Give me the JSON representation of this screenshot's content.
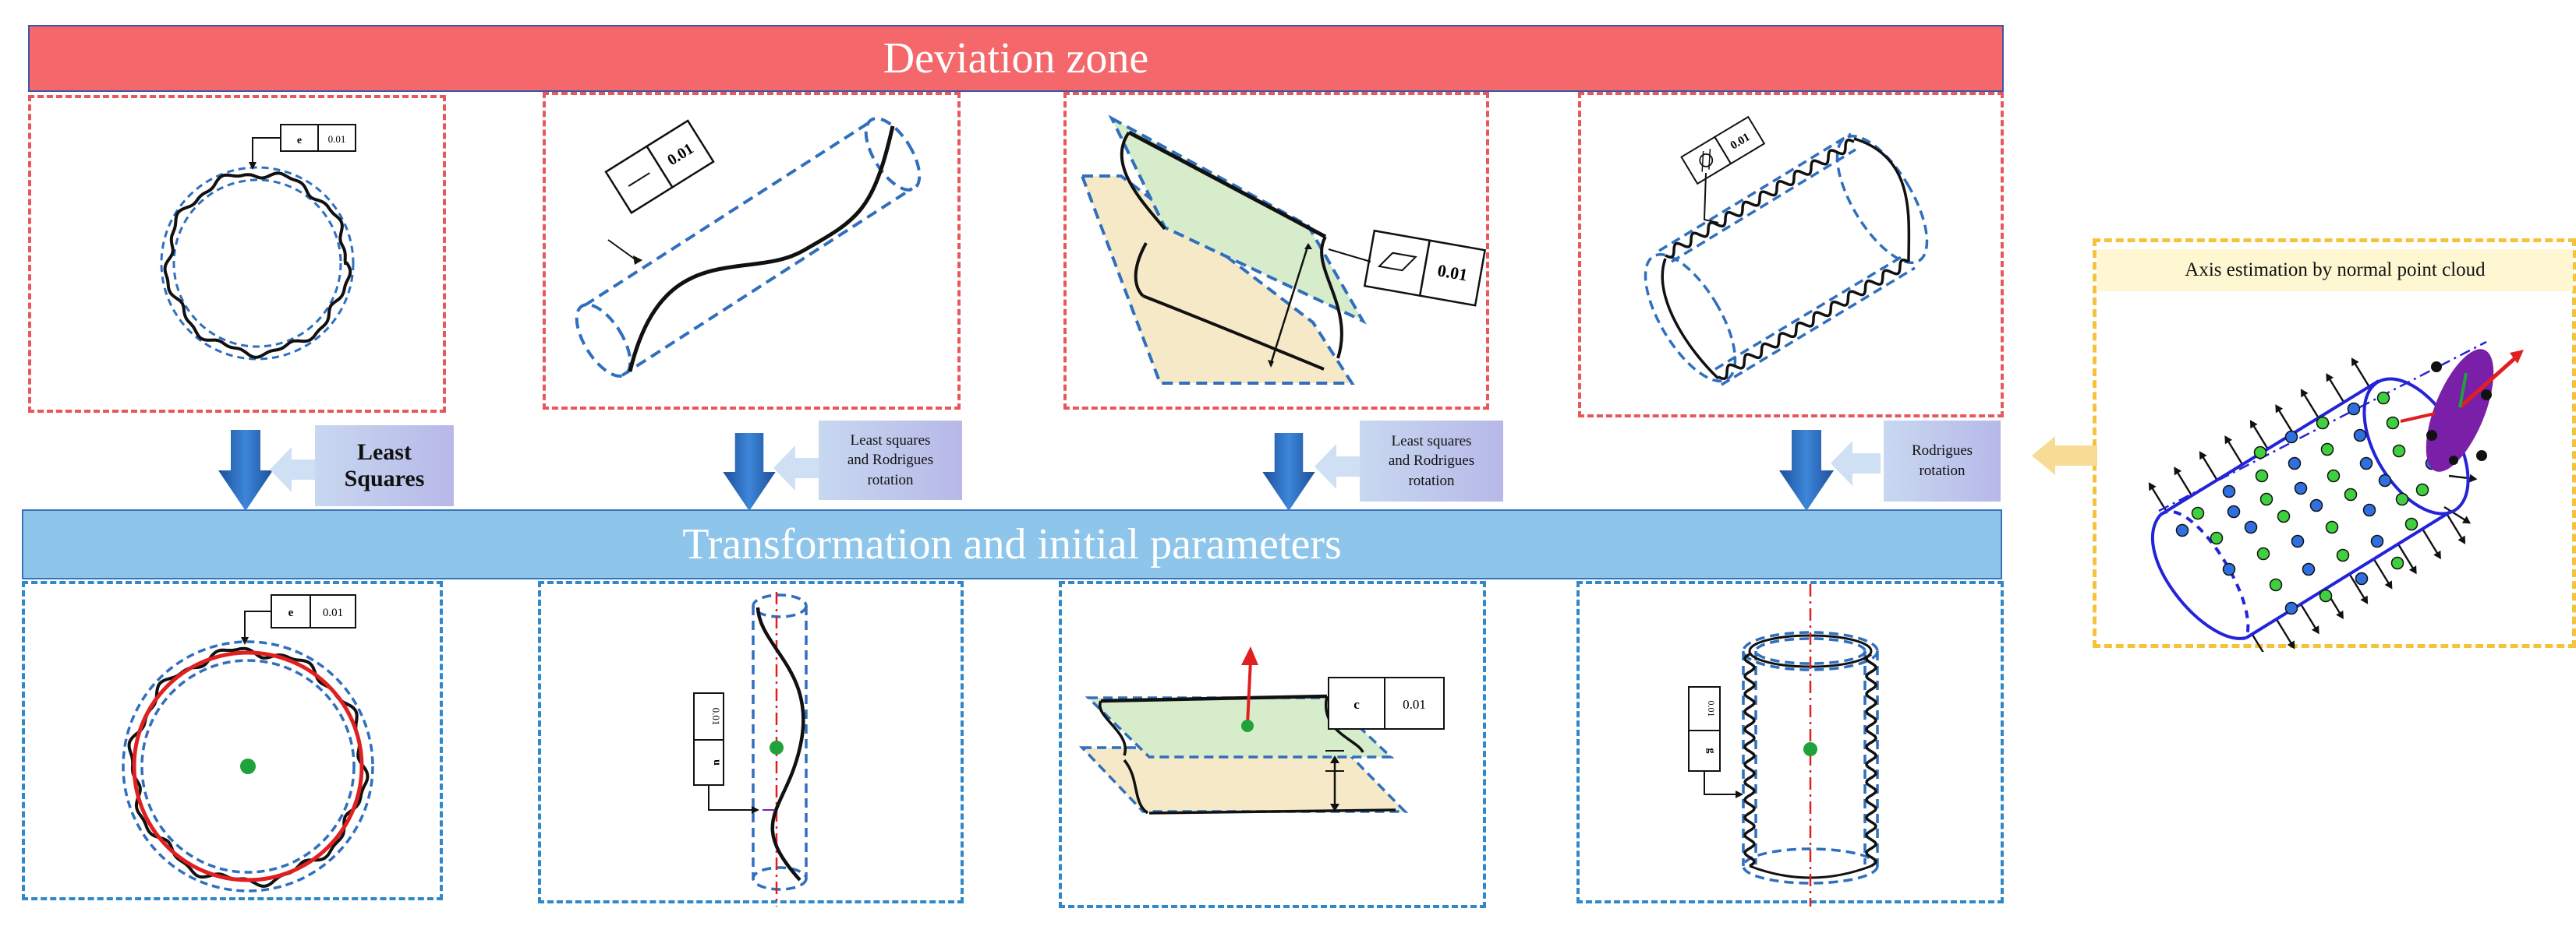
{
  "banners": {
    "top": "Deviation zone",
    "middle": "Transformation and initial parameters"
  },
  "method_labels": [
    {
      "lines": [
        "Least",
        "Squares"
      ]
    },
    {
      "lines": [
        "Least squares",
        "and Rodrigues",
        "rotation"
      ]
    },
    {
      "lines": [
        "Least squares",
        "and Rodrigues",
        "rotation"
      ]
    },
    {
      "lines": [
        "Rodrigues",
        "rotation"
      ]
    }
  ],
  "axis_panel": {
    "title": "Axis estimation by normal point cloud"
  },
  "tolerance": {
    "value": "0.01",
    "circle_symbol": "e",
    "flatness_symbol": "c",
    "straightness_symbol": "u",
    "cylinder_symbol": "g"
  },
  "colors": {
    "top_banner": "#f4676a",
    "mid_banner": "#8ec5ea",
    "deviation_border": "#e8575a",
    "transform_border": "#2f88c8",
    "axis_border": "#f5c33b",
    "zone_line": "#2f6fbe",
    "fit_line": "#e02020",
    "center_point": "#1fa23a",
    "cloud_green": "#3fcf3f",
    "cloud_blue": "#2f6fe0",
    "plane_fill": "#d6eccb",
    "plane_fill_lower": "#f6e9c8"
  }
}
